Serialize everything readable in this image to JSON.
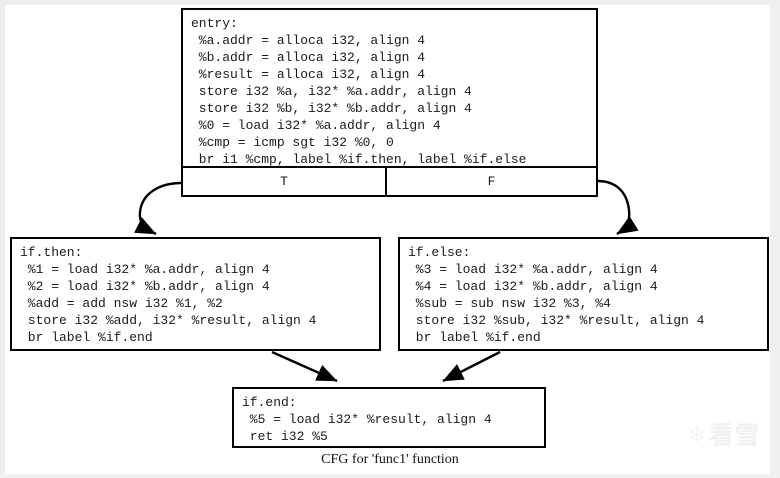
{
  "diagram": {
    "caption": "CFG for 'func1' function",
    "function_name": "func1",
    "type": "control-flow-graph",
    "colors": {
      "background": "#ffffff",
      "node_border": "#000000",
      "text": "#1a1a1a",
      "edge": "#000000",
      "watermark": "#f1f1f1"
    }
  },
  "nodes": {
    "entry": {
      "id": "entry",
      "label": "entry:",
      "code": [
        "entry:",
        " %a.addr = alloca i32, align 4",
        " %b.addr = alloca i32, align 4",
        " %result = alloca i32, align 4",
        " store i32 %a, i32* %a.addr, align 4",
        " store i32 %b, i32* %b.addr, align 4",
        " %0 = load i32* %a.addr, align 4",
        " %cmp = icmp sgt i32 %0, 0",
        " br i1 %cmp, label %if.then, label %if.else"
      ],
      "ports": {
        "true_label": "T",
        "false_label": "F"
      }
    },
    "if_then": {
      "id": "if.then",
      "label": "if.then:",
      "code": [
        "if.then:",
        " %1 = load i32* %a.addr, align 4",
        " %2 = load i32* %b.addr, align 4",
        " %add = add nsw i32 %1, %2",
        " store i32 %add, i32* %result, align 4",
        " br label %if.end"
      ]
    },
    "if_else": {
      "id": "if.else",
      "label": "if.else:",
      "code": [
        "if.else:",
        " %3 = load i32* %a.addr, align 4",
        " %4 = load i32* %b.addr, align 4",
        " %sub = sub nsw i32 %3, %4",
        " store i32 %sub, i32* %result, align 4",
        " br label %if.end"
      ]
    },
    "if_end": {
      "id": "if.end",
      "label": "if.end:",
      "code": [
        "if.end:",
        " %5 = load i32* %result, align 4",
        " ret i32 %5"
      ]
    }
  },
  "edges": [
    {
      "from": "entry",
      "to": "if.then",
      "port": "T",
      "style": "curved"
    },
    {
      "from": "entry",
      "to": "if.else",
      "port": "F",
      "style": "curved"
    },
    {
      "from": "if.then",
      "to": "if.end",
      "port": "",
      "style": "straight"
    },
    {
      "from": "if.else",
      "to": "if.end",
      "port": "",
      "style": "straight"
    }
  ],
  "watermark": {
    "mark": "❄",
    "text": "看雪"
  }
}
